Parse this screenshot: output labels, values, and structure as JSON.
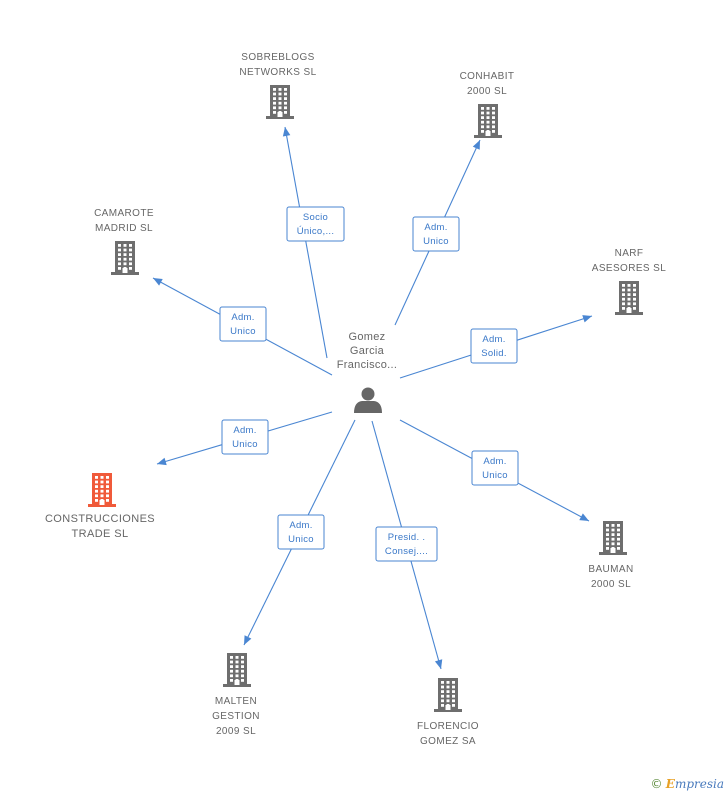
{
  "center": {
    "label_lines": [
      "Gomez",
      "Garcia",
      "Francisco..."
    ],
    "icon": "person-icon"
  },
  "companies": [
    {
      "id": "sobreblogs",
      "lines": [
        "SOBREBLOGS",
        "NETWORKS SL"
      ],
      "icon": "building-icon"
    },
    {
      "id": "conhabit",
      "lines": [
        "CONHABIT",
        "2000 SL"
      ],
      "icon": "building-icon"
    },
    {
      "id": "camarote",
      "lines": [
        "CAMAROTE",
        "MADRID SL"
      ],
      "icon": "building-icon"
    },
    {
      "id": "narf",
      "lines": [
        "NARF",
        "ASESORES SL"
      ],
      "icon": "building-icon"
    },
    {
      "id": "construcciones",
      "lines": [
        "CONSTRUCCIONES",
        "TRADE SL"
      ],
      "icon": "building-icon",
      "highlight": true
    },
    {
      "id": "bauman",
      "lines": [
        "BAUMAN",
        "2000 SL"
      ],
      "icon": "building-icon"
    },
    {
      "id": "malten",
      "lines": [
        "MALTEN",
        "GESTION",
        "2009 SL"
      ],
      "icon": "building-icon"
    },
    {
      "id": "florencio",
      "lines": [
        "FLORENCIO",
        "GOMEZ SA"
      ],
      "icon": "building-icon"
    }
  ],
  "relations": [
    {
      "target": "sobreblogs",
      "lines": [
        "Socio",
        "Único,..."
      ]
    },
    {
      "target": "conhabit",
      "lines": [
        "Adm.",
        "Unico"
      ]
    },
    {
      "target": "camarote",
      "lines": [
        "Adm.",
        "Unico"
      ]
    },
    {
      "target": "narf",
      "lines": [
        "Adm.",
        "Solid."
      ]
    },
    {
      "target": "construcciones",
      "lines": [
        "Adm.",
        "Unico"
      ]
    },
    {
      "target": "bauman",
      "lines": [
        "Adm.",
        "Unico"
      ]
    },
    {
      "target": "malten",
      "lines": [
        "Adm.",
        "Unico"
      ]
    },
    {
      "target": "florencio",
      "lines": [
        "Presid. .",
        "Consej...."
      ]
    }
  ],
  "colors": {
    "edge": "#4a86d2",
    "node": "#6e6e6e",
    "highlight": "#f05a3a"
  },
  "footer": {
    "copyright": "©",
    "brand_initial": "E",
    "brand_rest": "mpresia"
  }
}
